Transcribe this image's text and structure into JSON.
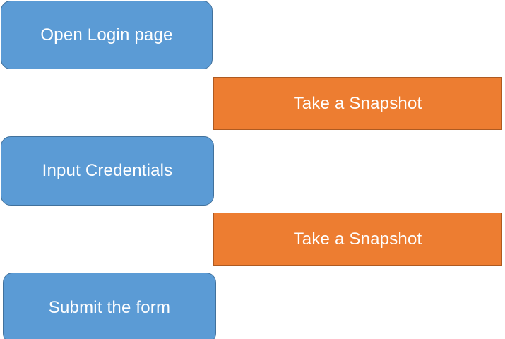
{
  "colors": {
    "step_fill": "#5b9bd5",
    "step_border": "#41719c",
    "snapshot_fill": "#ed7d31",
    "snapshot_border": "#ae5a21",
    "text": "#ffffff"
  },
  "steps": [
    {
      "label": "Open Login page"
    },
    {
      "label": "Input Credentials"
    },
    {
      "label": "Submit the form"
    }
  ],
  "snapshots": [
    {
      "label": "Take a Snapshot"
    },
    {
      "label": "Take a Snapshot"
    }
  ]
}
